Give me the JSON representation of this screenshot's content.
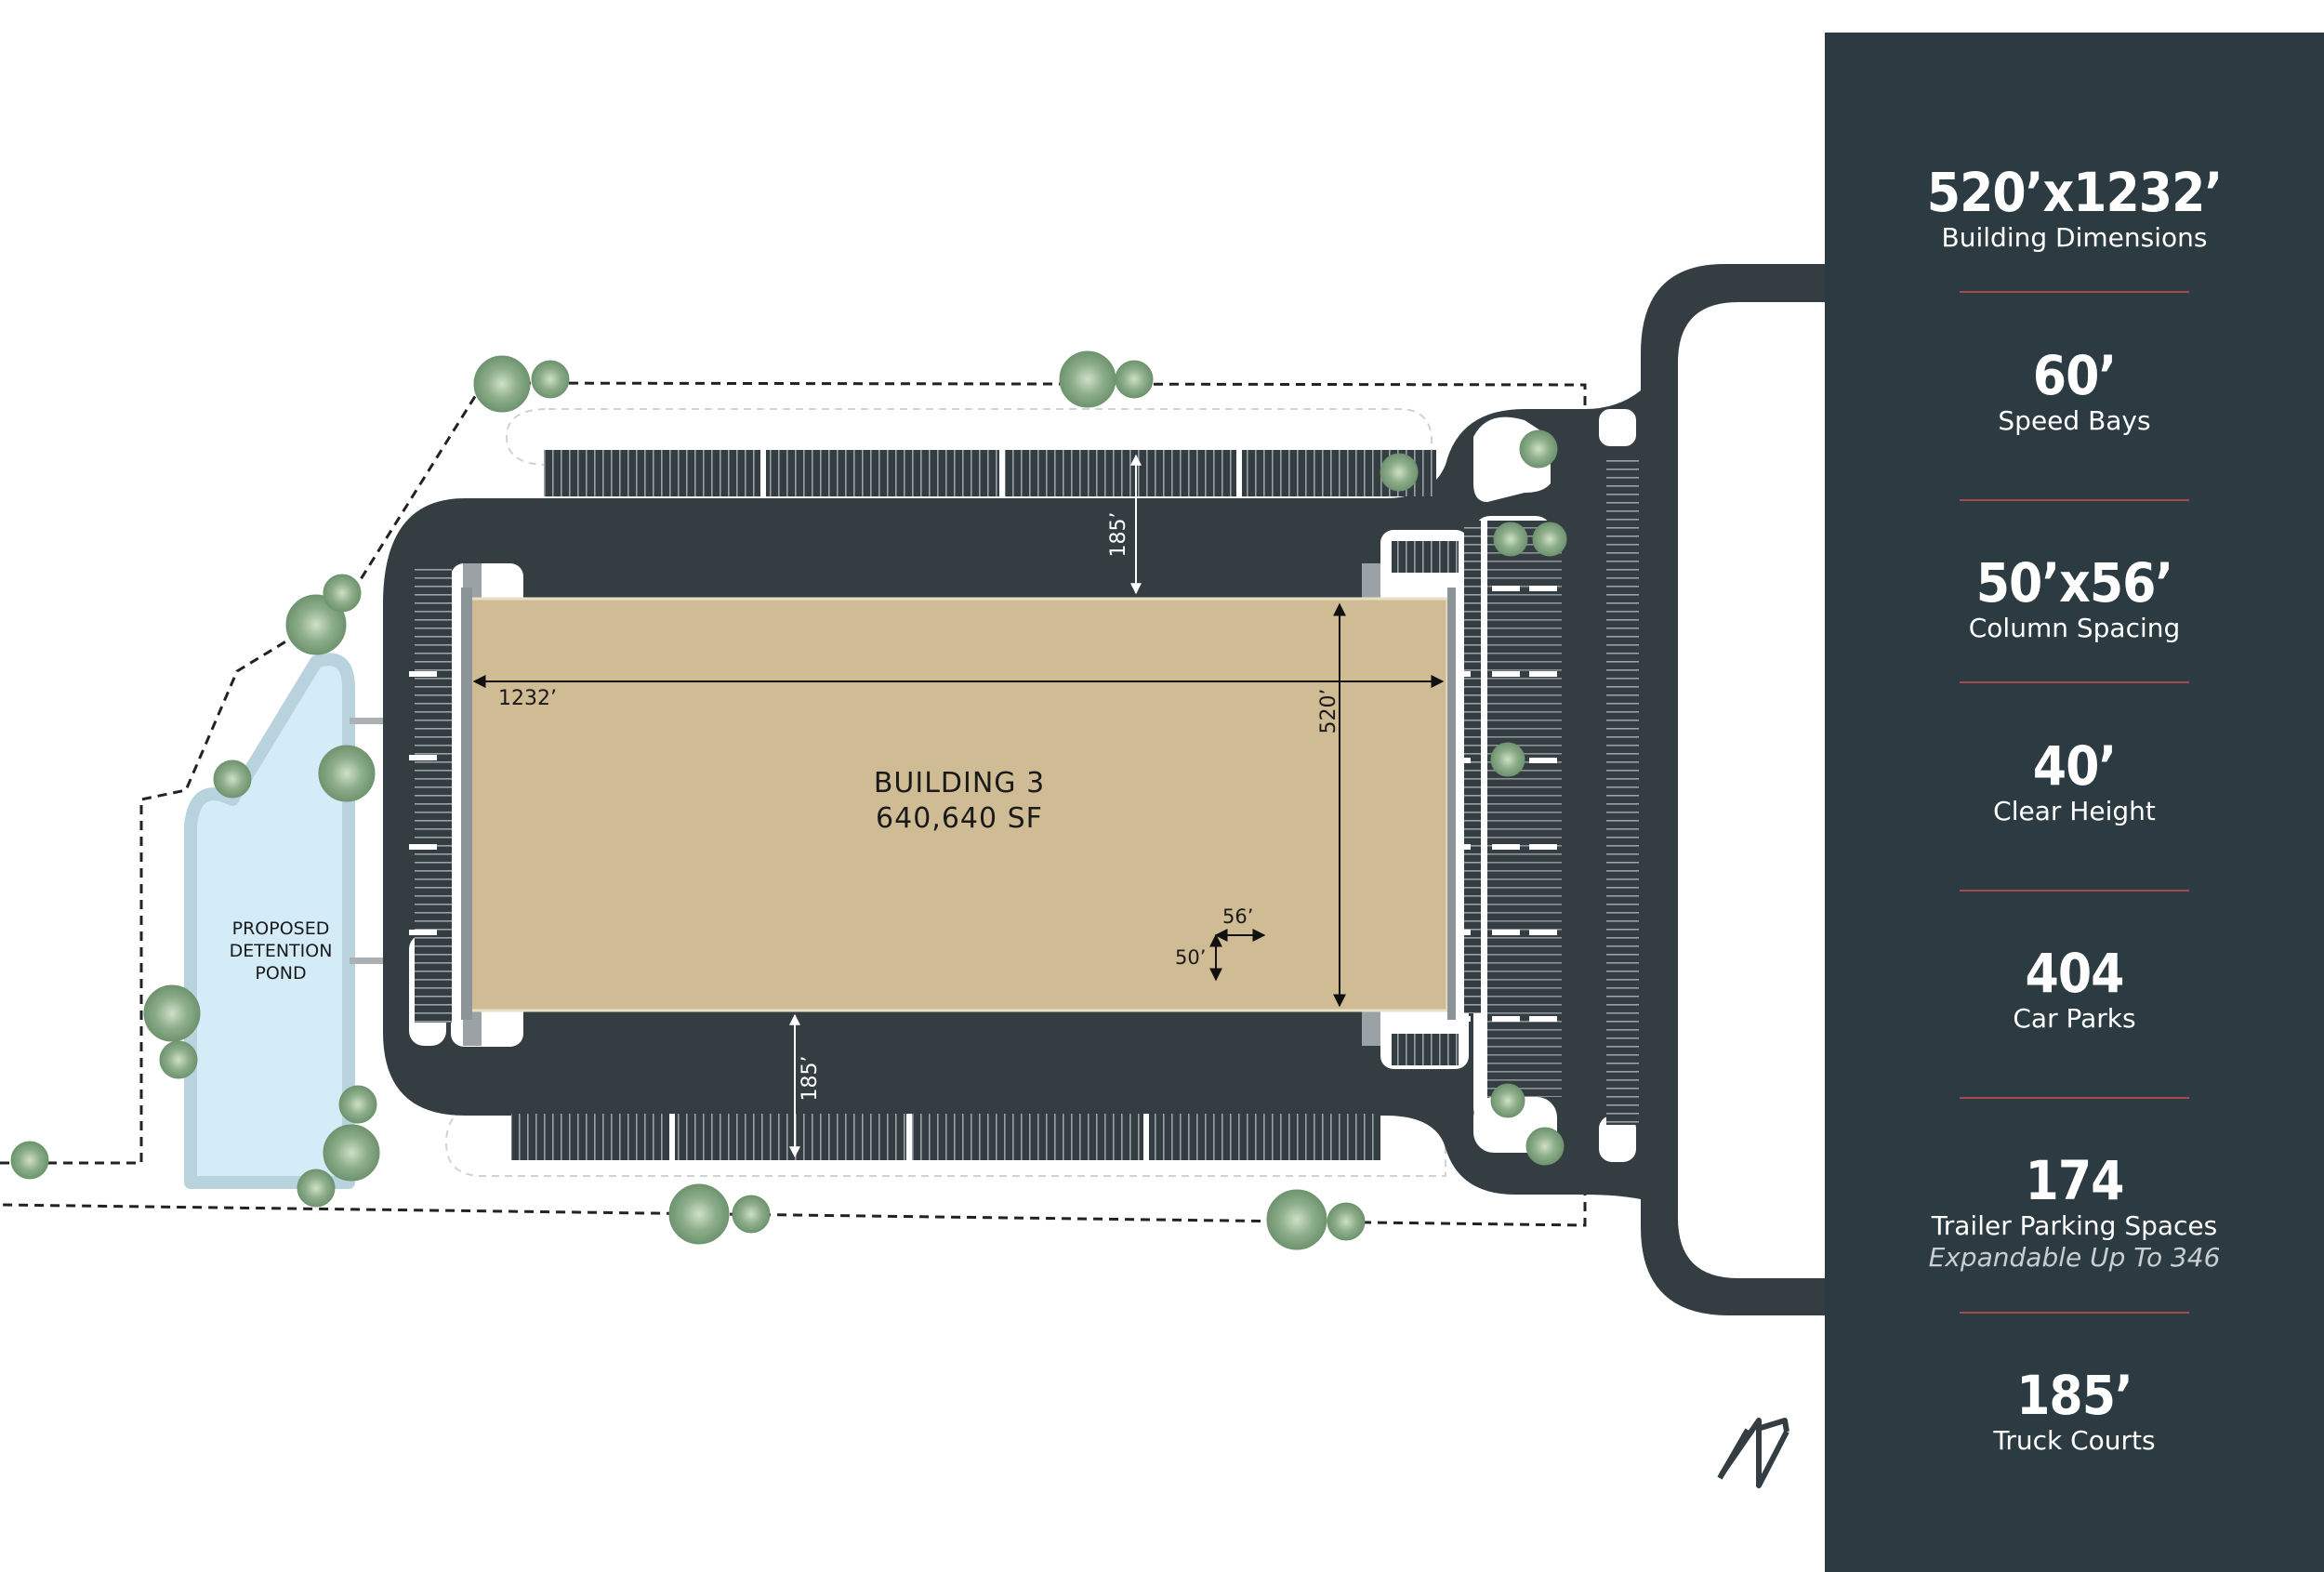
{
  "building": {
    "name": "BUILDING 3",
    "area": "640,640 SF",
    "length_label": "1232’",
    "width_label": "520’"
  },
  "truck_courts": {
    "north_label": "185’",
    "south_label": "185’"
  },
  "column_spacing": {
    "horizontal_label": "56’",
    "vertical_label": "50’"
  },
  "pond": {
    "line1": "PROPOSED",
    "line2": "DETENTION",
    "line3": "POND"
  },
  "stats": [
    {
      "value": "520’x1232’",
      "label": "Building Dimensions"
    },
    {
      "value": "60’",
      "label": "Speed Bays"
    },
    {
      "value": "50’x56’",
      "label": "Column Spacing"
    },
    {
      "value": "40’",
      "label": "Clear Height"
    },
    {
      "value": "404",
      "label": "Car Parks"
    },
    {
      "value": "174",
      "label": "Trailer Parking Spaces",
      "note": "Expandable Up To 346"
    },
    {
      "value": "185’",
      "label": "Truck Courts"
    }
  ],
  "colors": {
    "sidebar": "#2c3b41",
    "asphalt": "#333d42",
    "building": "#d0bc94",
    "pond": "#d4ecf7",
    "divider": "#a8484f"
  },
  "icons": {
    "compass": "north-arrow-icon",
    "tree": "tree-icon"
  }
}
